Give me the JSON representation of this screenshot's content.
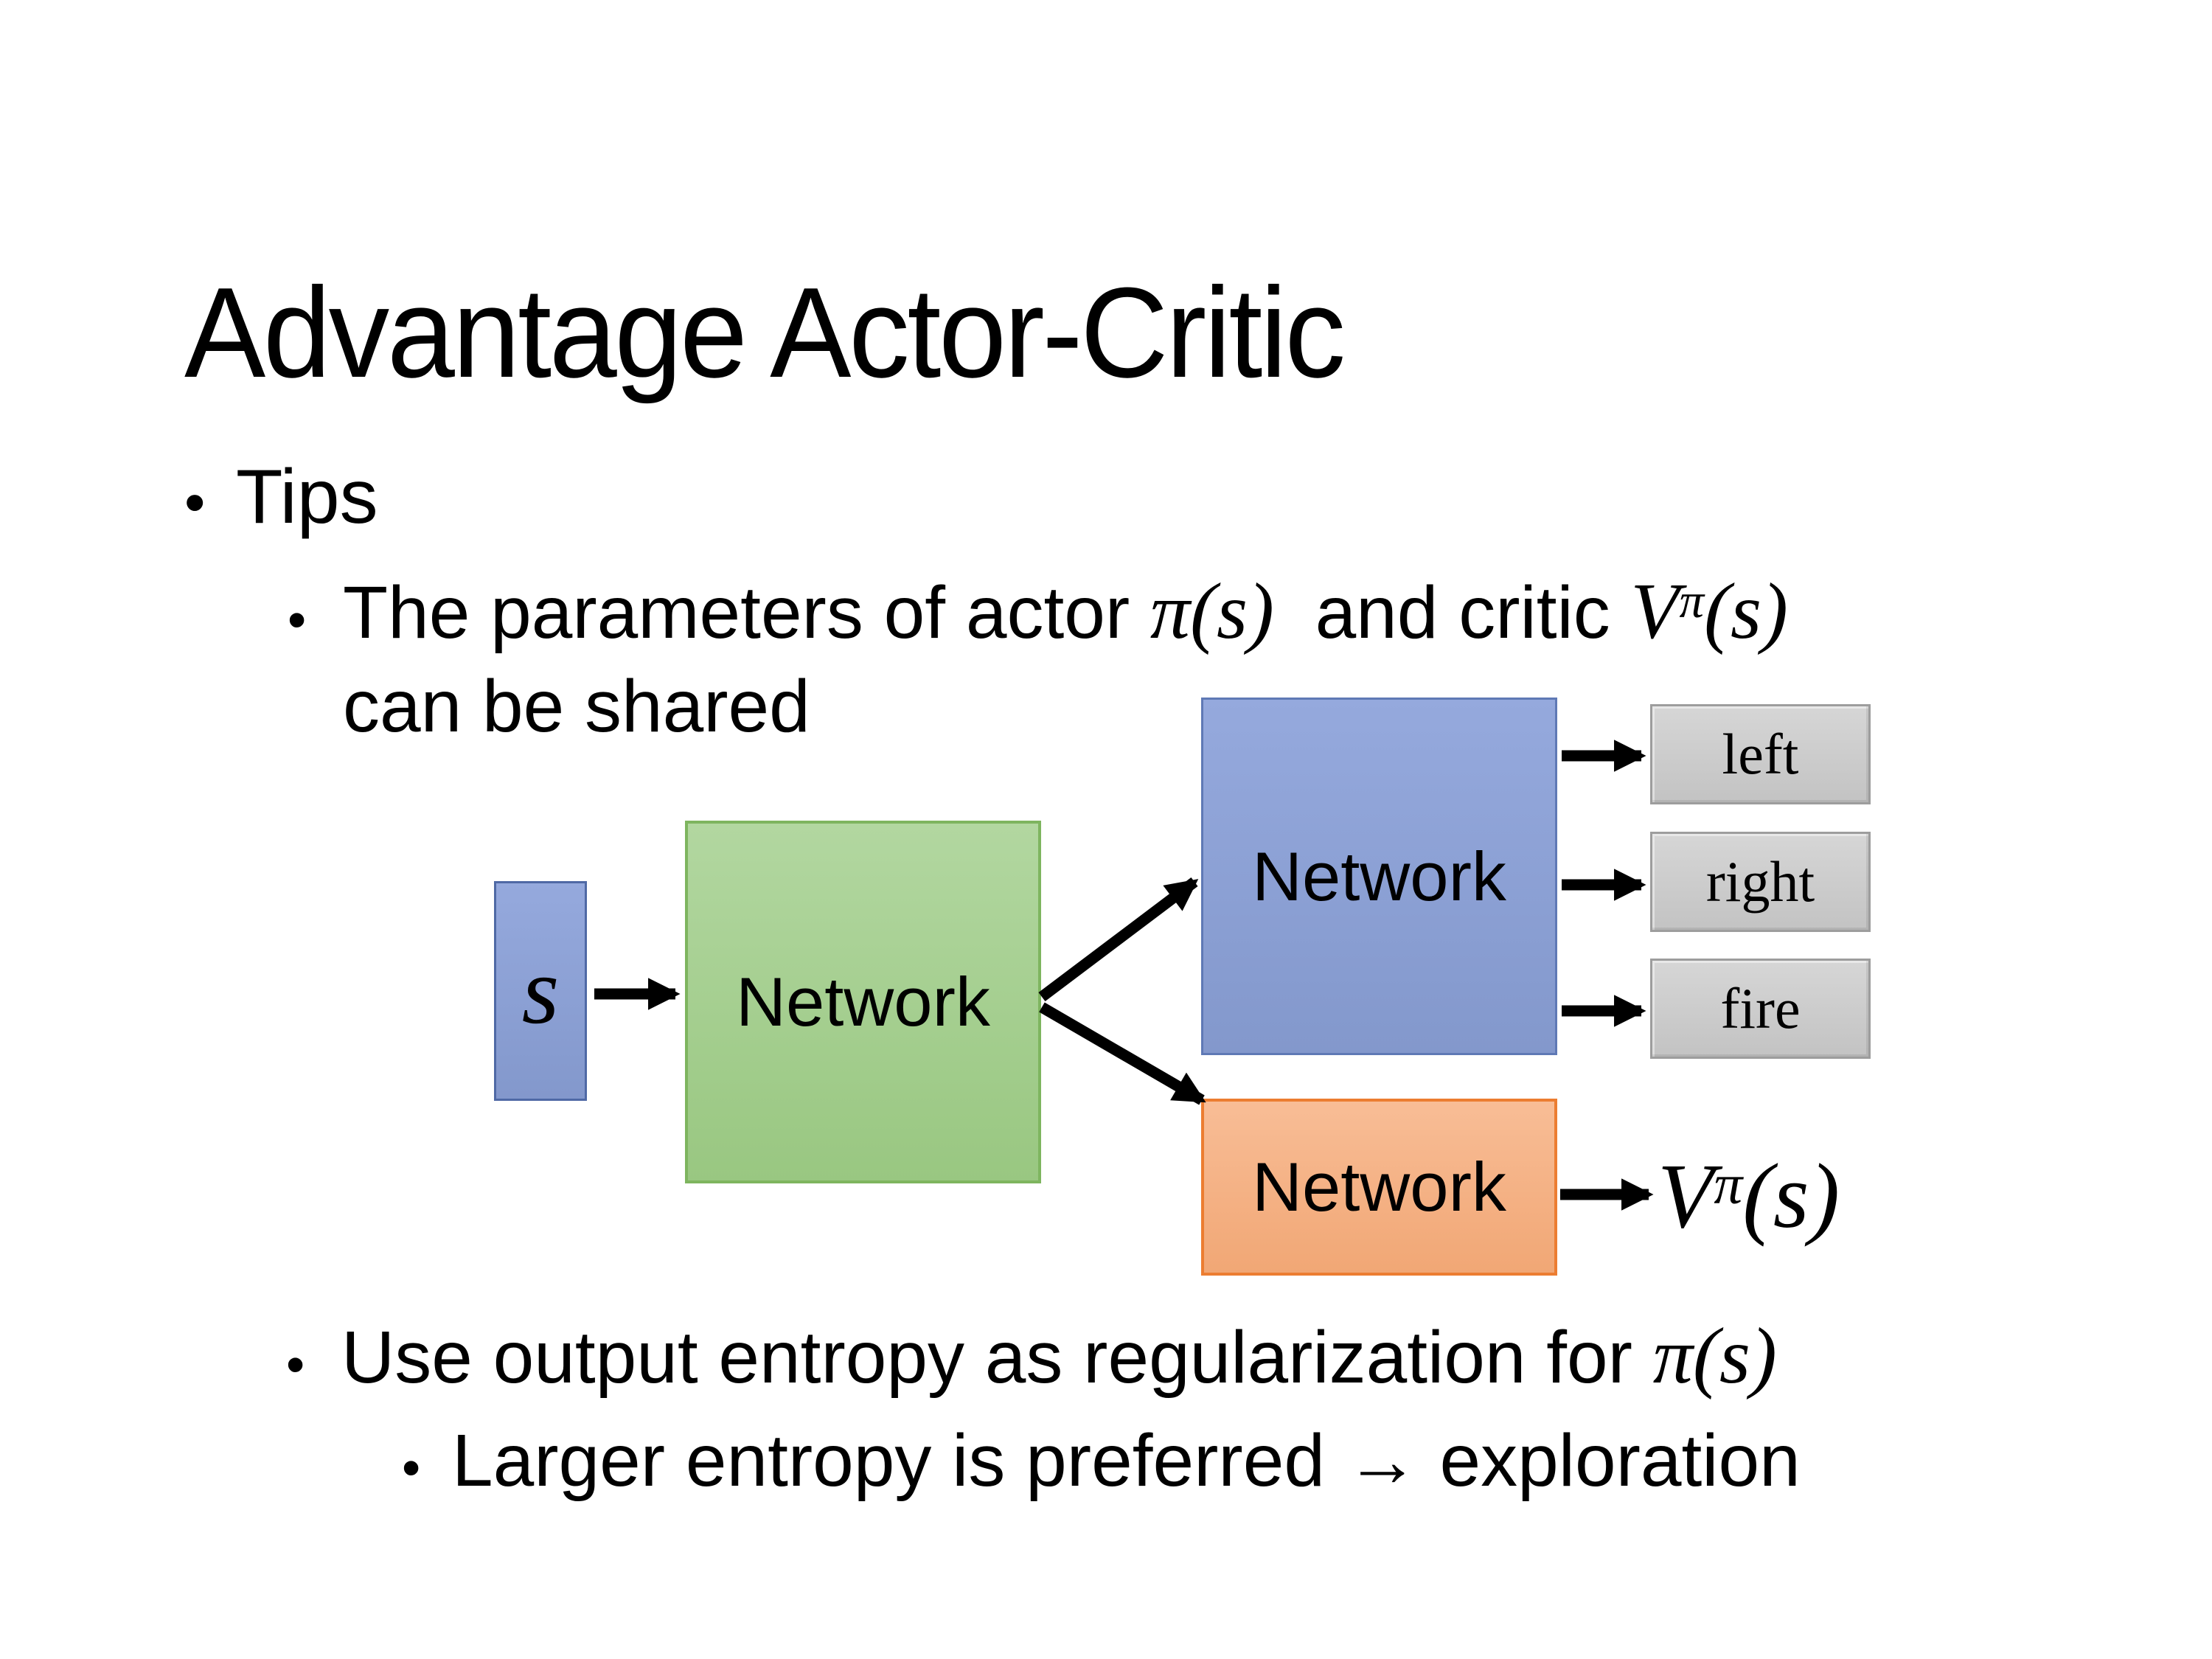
{
  "slide": {
    "title": "Advantage Actor-Critic",
    "bullet_char": "•",
    "bullets": {
      "tips_label": "Tips",
      "param_pre": "The parameters of actor ",
      "param_math1": "π(s)",
      "param_mid": "  and critic ",
      "critic_base": "V",
      "critic_sup": "π",
      "critic_args": "(s)",
      "param_line2": "can be shared",
      "entropy_pre": "Use output entropy as regularization for ",
      "entropy_math": "π(s)",
      "exploration_text": "Larger entropy is preferred → exploration"
    },
    "diagram": {
      "input_label": "s",
      "shared_network_label": "Network",
      "actor_network_label": "Network",
      "critic_network_label": "Network",
      "actions": [
        "left",
        "right",
        "fire"
      ],
      "value_base": "V",
      "value_sup": "π",
      "value_args": "(s)"
    },
    "colors": {
      "background": "#FFFFFF",
      "text": "#000000",
      "arrow": "#000000",
      "input_fill_top": "#95A9DD",
      "input_fill_bottom": "#8398CC",
      "input_border": "#4F69A5",
      "shared_fill_top": "#B2D7A0",
      "shared_fill_bottom": "#99C781",
      "shared_border": "#7EB55F",
      "actor_fill_top": "#95A9DD",
      "actor_fill_bottom": "#8398CC",
      "actor_border": "#5F79B5",
      "critic_fill_top": "#F8BD96",
      "critic_fill_bottom": "#F1A775",
      "critic_border": "#EC7D31",
      "action_fill_top": "#D6D6D6",
      "action_fill_bottom": "#C3C3C3",
      "action_border": "#9D9D9D"
    }
  }
}
